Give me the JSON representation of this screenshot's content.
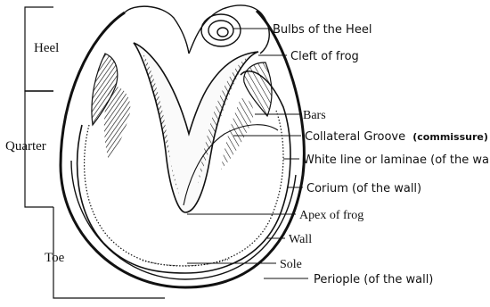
{
  "diagram": {
    "regions": {
      "heel": "Heel",
      "quarter": "Quarter",
      "toe": "Toe"
    },
    "labels": {
      "bulbs": "Bulbs of the Heel",
      "cleft": "Cleft of frog",
      "bars": "Bars",
      "collateral_groove": "Collateral Groove",
      "commissure": "(commissure)",
      "white_line": "White line or laminae (of the wall)",
      "corium": "Corium (of the wall)",
      "apex": "Apex of frog",
      "wall": "Wall",
      "sole": "Sole",
      "periople": "Periople (of the wall)"
    }
  }
}
